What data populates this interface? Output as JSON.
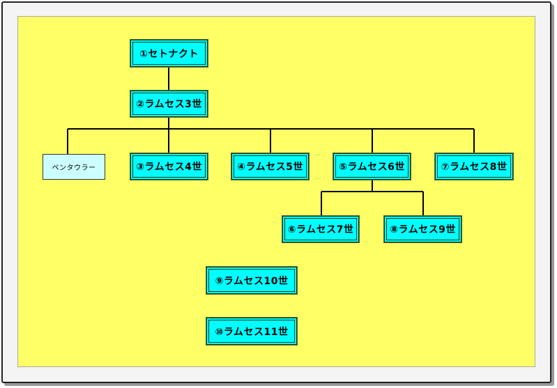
{
  "nodes": {
    "n1": "①セトナクト",
    "n2": "②ラムセス3世",
    "pentawere": "ペンタウラー",
    "n3": "③ラムセス4世",
    "n4": "④ラムセス5世",
    "n5": "⑤ラムセス6世",
    "n7": "⑦ラムセス8世",
    "n6": "⑥ラムセス7世",
    "n8": "⑧ラムセス9世",
    "n9": "⑨ラムセス10世",
    "n10": "⑩ラムセス11世"
  },
  "colors": {
    "background": "#ffff66",
    "node": "#00ffff",
    "secondary_node": "#ccffff"
  }
}
